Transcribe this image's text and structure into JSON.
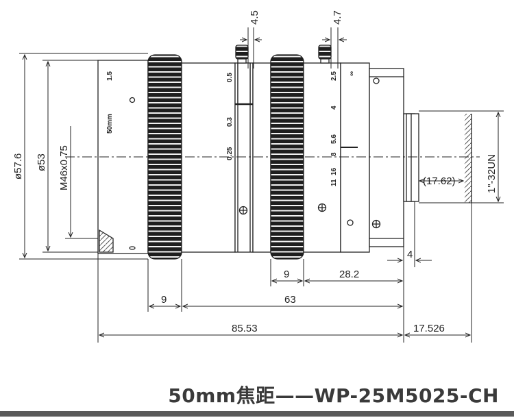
{
  "caption": "50mm焦距——WP-25M5025-CH",
  "dimensions": {
    "outer_diameter": "ø57.6",
    "body_diameter": "ø53",
    "filter_thread": "M46x0.75",
    "screw_offset_left": "4.5",
    "screw_offset_right": "4.7",
    "mount_thread": "1\"-32UN",
    "flange_inside": "(17.62)",
    "mount_protrusion": "4",
    "focus_ring_width": "9",
    "iris_ring_width": "9",
    "rear_length": "28.2",
    "body_length": "63",
    "total_length": "85.53",
    "flange_distance": "17.526"
  },
  "lens_markings": {
    "focal_label": "50mm",
    "iris_scale": [
      "1.5",
      "0.5",
      "0.3",
      "0.25"
    ],
    "focus_scale": [
      "2.5",
      "4",
      "5.6",
      "8",
      "16",
      "11"
    ],
    "infinity": "∞"
  },
  "colors": {
    "line": "#222222",
    "knurl": "#1e1e1e",
    "caption": "#3a3a3a",
    "bar": "#5a5a5a"
  }
}
